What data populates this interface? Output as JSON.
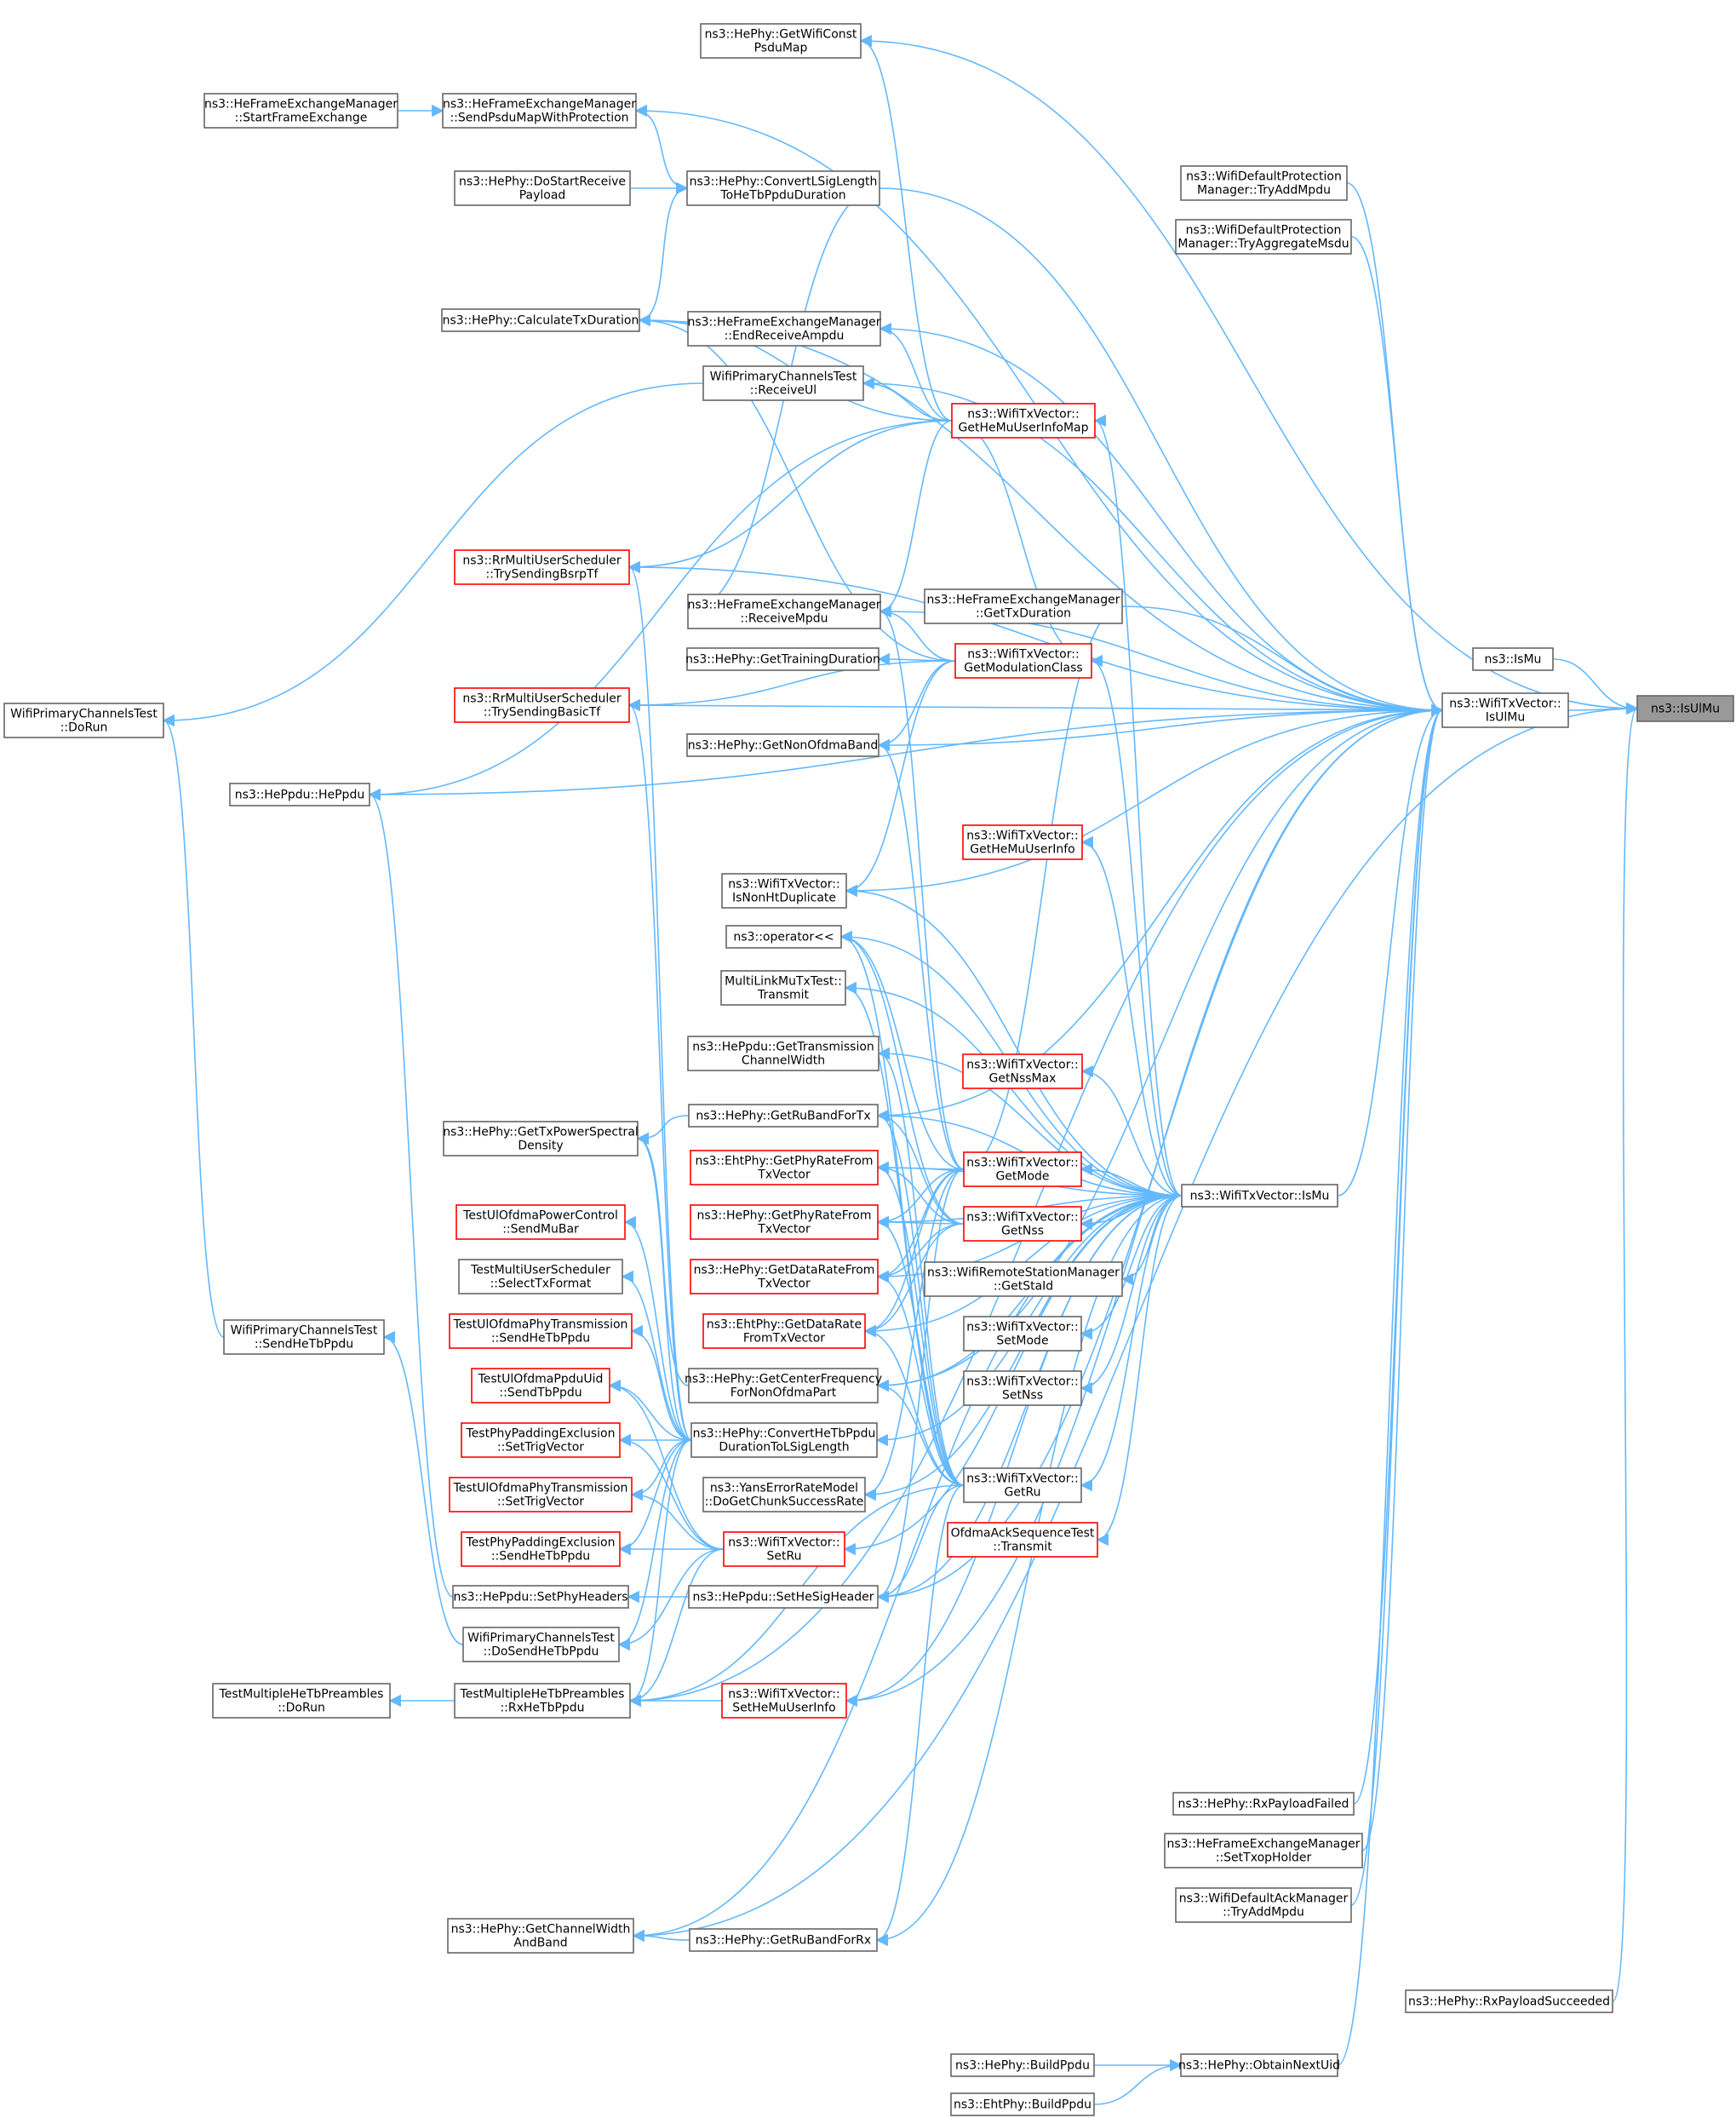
{
  "colors": {
    "edge": "#63b8ff",
    "border": "#666666",
    "red_border": "#ff0000",
    "focus_fill": "#999999"
  },
  "nodes": [
    {
      "id": "IsUlMu",
      "lines": [
        "ns3::IsUlMu"
      ],
      "style": "focus"
    },
    {
      "id": "IsMuFree",
      "lines": [
        "ns3::IsMu"
      ]
    },
    {
      "id": "TxVecIsUlMu",
      "lines": [
        "ns3::WifiTxVector::",
        "IsUlMu"
      ]
    },
    {
      "id": "GetWifiConstPsduMap",
      "lines": [
        "ns3::HePhy::GetWifiConst",
        "PsduMap"
      ]
    },
    {
      "id": "SendPsduMapWithProtection",
      "lines": [
        "ns3::HeFrameExchangeManager",
        "::SendPsduMapWithProtection"
      ]
    },
    {
      "id": "StartFrameExchange",
      "lines": [
        "ns3::HeFrameExchangeManager",
        "::StartFrameExchange"
      ]
    },
    {
      "id": "DoStartReceivePayload",
      "lines": [
        "ns3::HePhy::DoStartReceive",
        "Payload"
      ]
    },
    {
      "id": "ConvertLSigLength",
      "lines": [
        "ns3::HePhy::ConvertLSigLength",
        "ToHeTbPpduDuration"
      ]
    },
    {
      "id": "WifiDefaultProtTryAddMpdu",
      "lines": [
        "ns3::WifiDefaultProtection",
        "Manager::TryAddMpdu"
      ]
    },
    {
      "id": "WifiDefaultProtTryAggMsdu",
      "lines": [
        "ns3::WifiDefaultProtection",
        "Manager::TryAggregateMsdu"
      ]
    },
    {
      "id": "CalculateTxDuration",
      "lines": [
        "ns3::HePhy::CalculateTxDuration"
      ]
    },
    {
      "id": "EndReceiveAmpdu",
      "lines": [
        "ns3::HeFrameExchangeManager",
        "::EndReceiveAmpdu"
      ]
    },
    {
      "id": "ReceiveUl",
      "lines": [
        "WifiPrimaryChannelsTest",
        "::ReceiveUl"
      ]
    },
    {
      "id": "GetHeMuUserInfoMap",
      "lines": [
        "ns3::WifiTxVector::",
        "GetHeMuUserInfoMap"
      ],
      "style": "red"
    },
    {
      "id": "TrySendingBsrpTf",
      "lines": [
        "ns3::RrMultiUserScheduler",
        "::TrySendingBsrpTf"
      ],
      "style": "red"
    },
    {
      "id": "ReceiveMpdu",
      "lines": [
        "ns3::HeFrameExchangeManager",
        "::ReceiveMpdu"
      ]
    },
    {
      "id": "GetTxDuration",
      "lines": [
        "ns3::HeFrameExchangeManager",
        "::GetTxDuration"
      ]
    },
    {
      "id": "GetTrainingDuration",
      "lines": [
        "ns3::HePhy::GetTrainingDuration"
      ]
    },
    {
      "id": "GetModulationClass",
      "lines": [
        "ns3::WifiTxVector::",
        "GetModulationClass"
      ],
      "style": "red"
    },
    {
      "id": "WPCTDoRun",
      "lines": [
        "WifiPrimaryChannelsTest",
        "::DoRun"
      ]
    },
    {
      "id": "TrySendingBasicTf",
      "lines": [
        "ns3::RrMultiUserScheduler",
        "::TrySendingBasicTf"
      ],
      "style": "red"
    },
    {
      "id": "GetNonOfdmaBand",
      "lines": [
        "ns3::HePhy::GetNonOfdmaBand"
      ]
    },
    {
      "id": "HePpdu",
      "lines": [
        "ns3::HePpdu::HePpdu"
      ]
    },
    {
      "id": "GetHeMuUserInfo",
      "lines": [
        "ns3::WifiTxVector::",
        "GetHeMuUserInfo"
      ],
      "style": "red"
    },
    {
      "id": "IsNonHtDuplicate",
      "lines": [
        "ns3::WifiTxVector::",
        "IsNonHtDuplicate"
      ]
    },
    {
      "id": "OperatorShl",
      "lines": [
        "ns3::operator<<"
      ]
    },
    {
      "id": "MLMuTransmit",
      "lines": [
        "MultiLinkMuTxTest::",
        "Transmit"
      ]
    },
    {
      "id": "GetTransmissionChannelWidth",
      "lines": [
        "ns3::HePpdu::GetTransmission",
        "ChannelWidth"
      ]
    },
    {
      "id": "GetNssMax",
      "lines": [
        "ns3::WifiTxVector::",
        "GetNssMax"
      ],
      "style": "red"
    },
    {
      "id": "GetRuBandForTx",
      "lines": [
        "ns3::HePhy::GetRuBandForTx"
      ]
    },
    {
      "id": "GetTxPowerSpectralDensity",
      "lines": [
        "ns3::HePhy::GetTxPowerSpectral",
        "Density"
      ]
    },
    {
      "id": "EhtGetPhyRate",
      "lines": [
        "ns3::EhtPhy::GetPhyRateFrom",
        "TxVector"
      ],
      "style": "red"
    },
    {
      "id": "GetMode",
      "lines": [
        "ns3::WifiTxVector::",
        "GetMode"
      ],
      "style": "red"
    },
    {
      "id": "TxVecIsMu",
      "lines": [
        "ns3::WifiTxVector::IsMu"
      ]
    },
    {
      "id": "TestUlPowerControlSendMuBar",
      "lines": [
        "TestUlOfdmaPowerControl",
        "::SendMuBar"
      ],
      "style": "red"
    },
    {
      "id": "HeGetPhyRate",
      "lines": [
        "ns3::HePhy::GetPhyRateFrom",
        "TxVector"
      ],
      "style": "red"
    },
    {
      "id": "GetNss",
      "lines": [
        "ns3::WifiTxVector::",
        "GetNss"
      ],
      "style": "red"
    },
    {
      "id": "SelectTxFormat",
      "lines": [
        "TestMultiUserScheduler",
        "::SelectTxFormat"
      ]
    },
    {
      "id": "HeGetDataRate",
      "lines": [
        "ns3::HePhy::GetDataRateFrom",
        "TxVector"
      ],
      "style": "red"
    },
    {
      "id": "GetStaId",
      "lines": [
        "ns3::WifiRemoteStationManager",
        "::GetStaId"
      ]
    },
    {
      "id": "TestUlPhyTxSendHeTbPpdu",
      "lines": [
        "TestUlOfdmaPhyTransmission",
        "::SendHeTbPpdu"
      ],
      "style": "red"
    },
    {
      "id": "EhtGetDataRate",
      "lines": [
        "ns3::EhtPhy::GetDataRate",
        "FromTxVector"
      ],
      "style": "red"
    },
    {
      "id": "SetMode",
      "lines": [
        "ns3::WifiTxVector::",
        "SetMode"
      ]
    },
    {
      "id": "WPCTSendHeTbPpdu",
      "lines": [
        "WifiPrimaryChannelsTest",
        "::SendHeTbPpdu"
      ]
    },
    {
      "id": "TestUlPpduUidSendTbPpdu",
      "lines": [
        "TestUlOfdmaPpduUid",
        "::SendTbPpdu"
      ],
      "style": "red"
    },
    {
      "id": "GetCenterFrequency",
      "lines": [
        "ns3::HePhy::GetCenterFrequency",
        "ForNonOfdmaPart"
      ]
    },
    {
      "id": "SetNss",
      "lines": [
        "ns3::WifiTxVector::",
        "SetNss"
      ]
    },
    {
      "id": "TestPhyPadSetTrigVector",
      "lines": [
        "TestPhyPaddingExclusion",
        "::SetTrigVector"
      ],
      "style": "red"
    },
    {
      "id": "ConvertHeTbPpdu",
      "lines": [
        "ns3::HePhy::ConvertHeTbPpdu",
        "DurationToLSigLength"
      ]
    },
    {
      "id": "TestUlPhyTxSetTrigVector",
      "lines": [
        "TestUlOfdmaPhyTransmission",
        "::SetTrigVector"
      ],
      "style": "red"
    },
    {
      "id": "DoGetChunkSuccessRate",
      "lines": [
        "ns3::YansErrorRateModel",
        "::DoGetChunkSuccessRate"
      ]
    },
    {
      "id": "GetRu",
      "lines": [
        "ns3::WifiTxVector::",
        "GetRu"
      ]
    },
    {
      "id": "OfdmaAckTransmit",
      "lines": [
        "OfdmaAckSequenceTest",
        "::Transmit"
      ],
      "style": "red"
    },
    {
      "id": "TestPhyPadSendHeTbPpdu",
      "lines": [
        "TestPhyPaddingExclusion",
        "::SendHeTbPpdu"
      ],
      "style": "red"
    },
    {
      "id": "SetRu",
      "lines": [
        "ns3::WifiTxVector::",
        "SetRu"
      ],
      "style": "red"
    },
    {
      "id": "SetPhyHeaders",
      "lines": [
        "ns3::HePpdu::SetPhyHeaders"
      ]
    },
    {
      "id": "SetHeSigHeader",
      "lines": [
        "ns3::HePpdu::SetHeSigHeader"
      ]
    },
    {
      "id": "WPCTDoSendHeTbPpdu",
      "lines": [
        "WifiPrimaryChannelsTest",
        "::DoSendHeTbPpdu"
      ]
    },
    {
      "id": "TMHTPDoRun",
      "lines": [
        "TestMultipleHeTbPreambles",
        "::DoRun"
      ]
    },
    {
      "id": "RxHeTbPpdu",
      "lines": [
        "TestMultipleHeTbPreambles",
        "::RxHeTbPpdu"
      ]
    },
    {
      "id": "SetHeMuUserInfo",
      "lines": [
        "ns3::WifiTxVector::",
        "SetHeMuUserInfo"
      ],
      "style": "red"
    },
    {
      "id": "RxPayloadFailed",
      "lines": [
        "ns3::HePhy::RxPayloadFailed"
      ]
    },
    {
      "id": "SetTxopHolder",
      "lines": [
        "ns3::HeFrameExchangeManager",
        "::SetTxopHolder"
      ]
    },
    {
      "id": "WifiDefaultAckTryAddMpdu",
      "lines": [
        "ns3::WifiDefaultAckManager",
        "::TryAddMpdu"
      ]
    },
    {
      "id": "GetChannelWidthAndBand",
      "lines": [
        "ns3::HePhy::GetChannelWidth",
        "AndBand"
      ]
    },
    {
      "id": "GetRuBandForRx",
      "lines": [
        "ns3::HePhy::GetRuBandForRx"
      ]
    },
    {
      "id": "RxPayloadSucceeded",
      "lines": [
        "ns3::HePhy::RxPayloadSucceeded"
      ]
    },
    {
      "id": "HeBuildPpdu",
      "lines": [
        "ns3::HePhy::BuildPpdu"
      ]
    },
    {
      "id": "ObtainNextUid",
      "lines": [
        "ns3::HePhy::ObtainNextUid"
      ]
    },
    {
      "id": "EhtBuildPpdu",
      "lines": [
        "ns3::EhtPhy::BuildPpdu"
      ]
    }
  ],
  "edges": [
    [
      "IsMuFree",
      "IsUlMu"
    ],
    [
      "TxVecIsUlMu",
      "IsUlMu"
    ],
    [
      "GetWifiConstPsduMap",
      "IsUlMu"
    ],
    [
      "RxPayloadSucceeded",
      "IsUlMu"
    ],
    [
      "GetChannelWidthAndBand",
      "IsUlMu"
    ],
    [
      "SendPsduMapWithProtection",
      "TxVecIsUlMu"
    ],
    [
      "ConvertLSigLength",
      "TxVecIsUlMu"
    ],
    [
      "WifiDefaultProtTryAddMpdu",
      "TxVecIsUlMu"
    ],
    [
      "WifiDefaultProtTryAggMsdu",
      "TxVecIsUlMu"
    ],
    [
      "CalculateTxDuration",
      "TxVecIsUlMu"
    ],
    [
      "EndReceiveAmpdu",
      "TxVecIsUlMu"
    ],
    [
      "ReceiveUl",
      "TxVecIsUlMu"
    ],
    [
      "TrySendingBsrpTf",
      "TxVecIsUlMu"
    ],
    [
      "ReceiveMpdu",
      "TxVecIsUlMu"
    ],
    [
      "GetTxDuration",
      "TxVecIsUlMu"
    ],
    [
      "TrySendingBasicTf",
      "TxVecIsUlMu"
    ],
    [
      "GetNonOfdmaBand",
      "TxVecIsUlMu"
    ],
    [
      "HePpdu",
      "TxVecIsUlMu"
    ],
    [
      "IsNonHtDuplicate",
      "TxVecIsUlMu"
    ],
    [
      "TxVecIsMu",
      "TxVecIsUlMu"
    ],
    [
      "GetCenterFrequency",
      "TxVecIsUlMu"
    ],
    [
      "GetRuBandForTx",
      "TxVecIsUlMu"
    ],
    [
      "SetHeSigHeader",
      "TxVecIsUlMu"
    ],
    [
      "RxHeTbPpdu",
      "TxVecIsUlMu"
    ],
    [
      "SetHeMuUserInfo",
      "TxVecIsUlMu"
    ],
    [
      "RxPayloadFailed",
      "TxVecIsUlMu"
    ],
    [
      "SetTxopHolder",
      "TxVecIsUlMu"
    ],
    [
      "WifiDefaultAckTryAddMpdu",
      "TxVecIsUlMu"
    ],
    [
      "ObtainNextUid",
      "TxVecIsUlMu"
    ],
    [
      "StartFrameExchange",
      "SendPsduMapWithProtection"
    ],
    [
      "ConvertLSigLength",
      "SendPsduMapWithProtection"
    ],
    [
      "DoStartReceivePayload",
      "ConvertLSigLength"
    ],
    [
      "CalculateTxDuration",
      "ConvertLSigLength"
    ],
    [
      "ReceiveMpdu",
      "ConvertLSigLength"
    ],
    [
      "GetHeMuUserInfoMap",
      "GetWifiConstPsduMap"
    ],
    [
      "GetHeMuUserInfoMap",
      "CalculateTxDuration"
    ],
    [
      "GetHeMuUserInfoMap",
      "EndReceiveAmpdu"
    ],
    [
      "GetHeMuUserInfoMap",
      "ReceiveUl"
    ],
    [
      "GetHeMuUserInfoMap",
      "TrySendingBsrpTf"
    ],
    [
      "GetHeMuUserInfoMap",
      "ReceiveMpdu"
    ],
    [
      "GetHeMuUserInfoMap",
      "HePpdu"
    ],
    [
      "GetHeMuUserInfoMap",
      "GetModulationClass"
    ],
    [
      "GetModulationClass",
      "GetTrainingDuration"
    ],
    [
      "GetModulationClass",
      "GetNonOfdmaBand"
    ],
    [
      "GetModulationClass",
      "CalculateTxDuration"
    ],
    [
      "GetModulationClass",
      "ReceiveMpdu"
    ],
    [
      "GetModulationClass",
      "IsNonHtDuplicate"
    ],
    [
      "GetModulationClass",
      "TrySendingBasicTf"
    ],
    [
      "ReceiveUl",
      "WPCTDoRun"
    ],
    [
      "WPCTSendHeTbPpdu",
      "WPCTDoRun"
    ],
    [
      "WPCTDoSendHeTbPpdu",
      "WPCTSendHeTbPpdu"
    ],
    [
      "SetPhyHeaders",
      "HePpdu"
    ],
    [
      "TxVecIsMu",
      "GetHeMuUserInfoMap"
    ],
    [
      "TxVecIsMu",
      "GetModulationClass"
    ],
    [
      "TxVecIsMu",
      "GetHeMuUserInfo"
    ],
    [
      "TxVecIsMu",
      "GetNssMax"
    ],
    [
      "TxVecIsMu",
      "GetMode"
    ],
    [
      "TxVecIsMu",
      "GetNss"
    ],
    [
      "TxVecIsMu",
      "GetStaId"
    ],
    [
      "TxVecIsMu",
      "SetMode"
    ],
    [
      "TxVecIsMu",
      "SetNss"
    ],
    [
      "TxVecIsMu",
      "GetRu"
    ],
    [
      "TxVecIsMu",
      "OfdmaAckTransmit"
    ],
    [
      "TxVecIsMu",
      "SetRu"
    ],
    [
      "TxVecIsMu",
      "SetHeMuUserInfo"
    ],
    [
      "TxVecIsMu",
      "OperatorShl"
    ],
    [
      "TxVecIsMu",
      "GetTransmissionChannelWidth"
    ],
    [
      "TxVecIsMu",
      "GetRuBandForTx"
    ],
    [
      "TxVecIsMu",
      "EhtGetPhyRate"
    ],
    [
      "TxVecIsMu",
      "HeGetPhyRate"
    ],
    [
      "TxVecIsMu",
      "HeGetDataRate"
    ],
    [
      "TxVecIsMu",
      "EhtGetDataRate"
    ],
    [
      "TxVecIsMu",
      "GetCenterFrequency"
    ],
    [
      "TxVecIsMu",
      "ConvertHeTbPpdu"
    ],
    [
      "TxVecIsMu",
      "DoGetChunkSuccessRate"
    ],
    [
      "TxVecIsMu",
      "SetHeSigHeader"
    ],
    [
      "TxVecIsMu",
      "GetChannelWidthAndBand"
    ],
    [
      "TxVecIsMu",
      "GetRuBandForRx"
    ],
    [
      "TxVecIsMu",
      "MLMuTransmit"
    ],
    [
      "TxVecIsMu",
      "IsNonHtDuplicate"
    ],
    [
      "GetMode",
      "OperatorShl"
    ],
    [
      "GetMode",
      "EhtGetPhyRate"
    ],
    [
      "GetMode",
      "HeGetPhyRate"
    ],
    [
      "GetMode",
      "HeGetDataRate"
    ],
    [
      "GetMode",
      "EhtGetDataRate"
    ],
    [
      "GetMode",
      "GetTxDuration"
    ],
    [
      "GetMode",
      "GetNonOfdmaBand"
    ],
    [
      "GetMode",
      "ReceiveMpdu"
    ],
    [
      "GetMode",
      "DoGetChunkSuccessRate"
    ],
    [
      "GetMode",
      "SetHeSigHeader"
    ],
    [
      "GetNss",
      "OperatorShl"
    ],
    [
      "GetNss",
      "EhtGetPhyRate"
    ],
    [
      "GetNss",
      "HeGetPhyRate"
    ],
    [
      "GetNss",
      "HeGetDataRate"
    ],
    [
      "GetNss",
      "EhtGetDataRate"
    ],
    [
      "GetNss",
      "GetRuBandForTx"
    ],
    [
      "GetRu",
      "OperatorShl"
    ],
    [
      "GetRu",
      "GetRuBandForTx"
    ],
    [
      "GetRu",
      "EhtGetPhyRate"
    ],
    [
      "GetRu",
      "HeGetPhyRate"
    ],
    [
      "GetRu",
      "HeGetDataRate"
    ],
    [
      "GetRu",
      "EhtGetDataRate"
    ],
    [
      "GetRu",
      "GetCenterFrequency"
    ],
    [
      "GetRu",
      "GetRuBandForRx"
    ],
    [
      "GetRu",
      "SetHeSigHeader"
    ],
    [
      "GetRu",
      "MLMuTransmit"
    ],
    [
      "GetRu",
      "RxHeTbPpdu"
    ],
    [
      "GetRu",
      "GetTransmissionChannelWidth"
    ],
    [
      "GetRuBandForTx",
      "GetTxPowerSpectralDensity"
    ],
    [
      "GetCenterFrequency",
      "GetTxPowerSpectralDensity"
    ],
    [
      "ConvertHeTbPpdu",
      "TestUlPowerControlSendMuBar"
    ],
    [
      "ConvertHeTbPpdu",
      "SelectTxFormat"
    ],
    [
      "ConvertHeTbPpdu",
      "TestUlPhyTxSendHeTbPpdu"
    ],
    [
      "ConvertHeTbPpdu",
      "TestUlPpduUidSendTbPpdu"
    ],
    [
      "ConvertHeTbPpdu",
      "TestPhyPadSetTrigVector"
    ],
    [
      "ConvertHeTbPpdu",
      "TestUlPhyTxSetTrigVector"
    ],
    [
      "ConvertHeTbPpdu",
      "TestPhyPadSendHeTbPpdu"
    ],
    [
      "ConvertHeTbPpdu",
      "WPCTDoSendHeTbPpdu"
    ],
    [
      "ConvertHeTbPpdu",
      "RxHeTbPpdu"
    ],
    [
      "ConvertHeTbPpdu",
      "GetTxPowerSpectralDensity"
    ],
    [
      "ConvertHeTbPpdu",
      "TrySendingBsrpTf"
    ],
    [
      "ConvertHeTbPpdu",
      "TrySendingBasicTf"
    ],
    [
      "SetRu",
      "TestPhyPadSetTrigVector"
    ],
    [
      "SetRu",
      "TestUlPhyTxSetTrigVector"
    ],
    [
      "SetRu",
      "TestPhyPadSendHeTbPpdu"
    ],
    [
      "SetRu",
      "TestUlPpduUidSendTbPpdu"
    ],
    [
      "SetRu",
      "RxHeTbPpdu"
    ],
    [
      "SetRu",
      "WPCTDoSendHeTbPpdu"
    ],
    [
      "SetHeSigHeader",
      "SetPhyHeaders"
    ],
    [
      "SetHeMuUserInfo",
      "RxHeTbPpdu"
    ],
    [
      "RxHeTbPpdu",
      "TMHTPDoRun"
    ],
    [
      "GetRuBandForRx",
      "GetChannelWidthAndBand"
    ],
    [
      "HeBuildPpdu",
      "ObtainNextUid"
    ],
    [
      "EhtBuildPpdu",
      "ObtainNextUid"
    ]
  ]
}
